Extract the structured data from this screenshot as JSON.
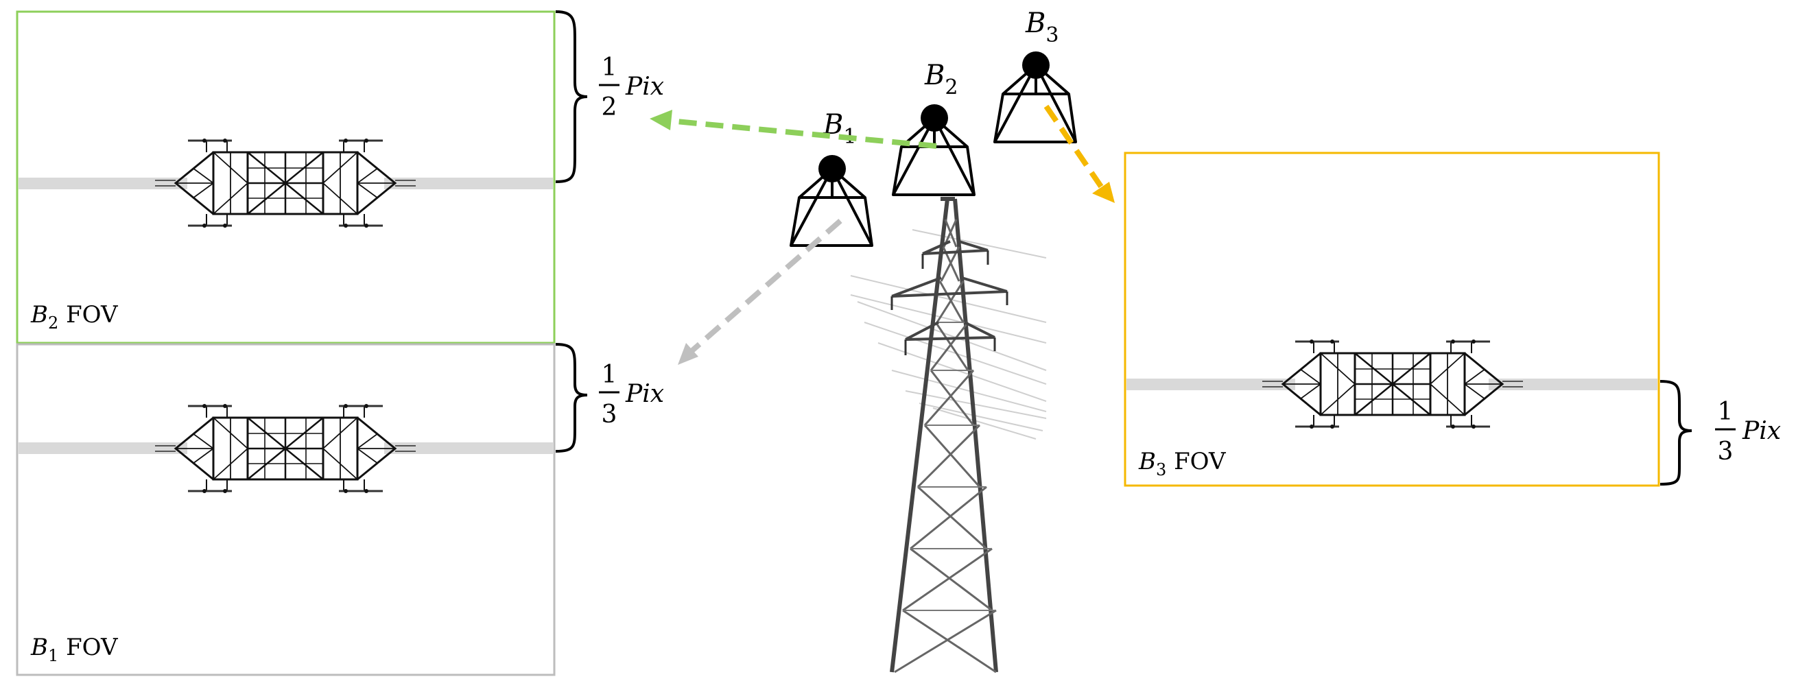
{
  "colors": {
    "b2_fov_border": "#8dcf5a",
    "b1_fov_border": "#bdbdbd",
    "b3_fov_border": "#f5b800",
    "line": "#d9d9d9",
    "ink": "#000000"
  },
  "cameras": {
    "b1": {
      "letter": "B",
      "sub": "1"
    },
    "b2": {
      "letter": "B",
      "sub": "2"
    },
    "b3": {
      "letter": "B",
      "sub": "3"
    }
  },
  "fov": {
    "b2": {
      "letter": "B",
      "sub": "2",
      "suffix": " FOV"
    },
    "b1": {
      "letter": "B",
      "sub": "1",
      "suffix": " FOV"
    },
    "b3": {
      "letter": "B",
      "sub": "3",
      "suffix": " FOV"
    }
  },
  "brackets": {
    "b2": {
      "num": "1",
      "den": "2",
      "unit": "Pix"
    },
    "b1": {
      "num": "1",
      "den": "3",
      "unit": "Pix"
    },
    "b3": {
      "num": "1",
      "den": "3",
      "unit": "Pix"
    }
  }
}
